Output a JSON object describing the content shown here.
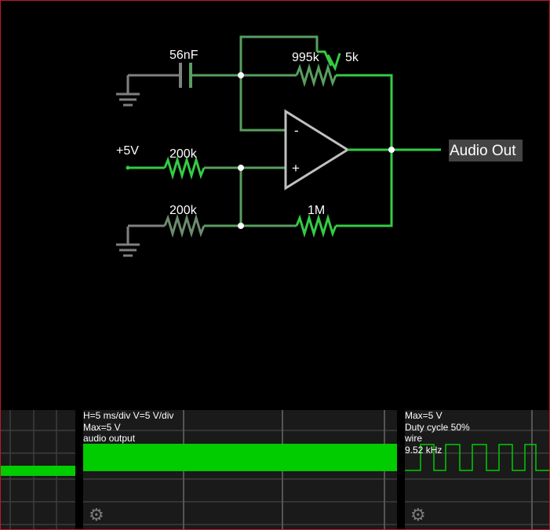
{
  "circuit": {
    "labels": {
      "capacitor": "56nF",
      "pot_upper": "995k",
      "pot_lower": "5k",
      "supply": "+5V",
      "r_input": "200k",
      "r_ground": "200k",
      "r_feedback": "1M",
      "opamp_minus": "-",
      "opamp_plus": "+"
    },
    "output_label": "Audio Out"
  },
  "scopes": [
    {
      "lines": []
    },
    {
      "lines": [
        "H=5 ms/div V=5 V/div",
        "Max=5 V",
        "audio output"
      ]
    },
    {
      "lines": [
        "Max=5 V",
        "Duty cycle 50%",
        "wire",
        "9.52 kHz"
      ]
    }
  ],
  "colors": {
    "wire_active": "#33cc44",
    "wire_mid": "#5a9e5f",
    "wire_ground": "#808080",
    "component": "#c0c0c0",
    "trace": "#00cc00",
    "scope_bg": "#1a1a1a",
    "grid": "#3c3c3c"
  },
  "icons": [
    "ground-icon",
    "gear-icon"
  ]
}
